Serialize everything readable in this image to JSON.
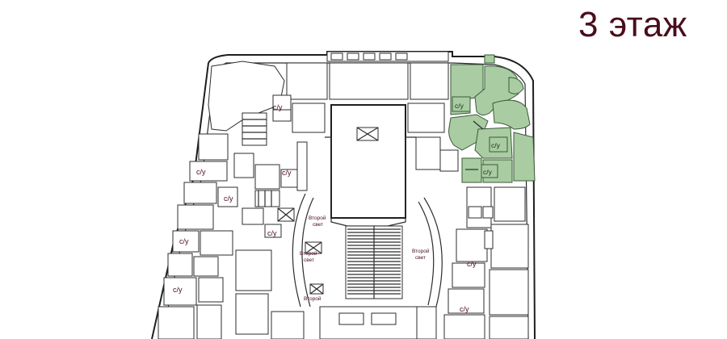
{
  "title": "3 этаж",
  "labels": {
    "wc": "с/у",
    "second_light_line1": "Второй",
    "second_light_line2": "свет"
  },
  "colors": {
    "title": "#4a0d1c",
    "highlight_zone": "#a9cca3",
    "walls": "#2c2c2c",
    "background": "#ffffff"
  }
}
